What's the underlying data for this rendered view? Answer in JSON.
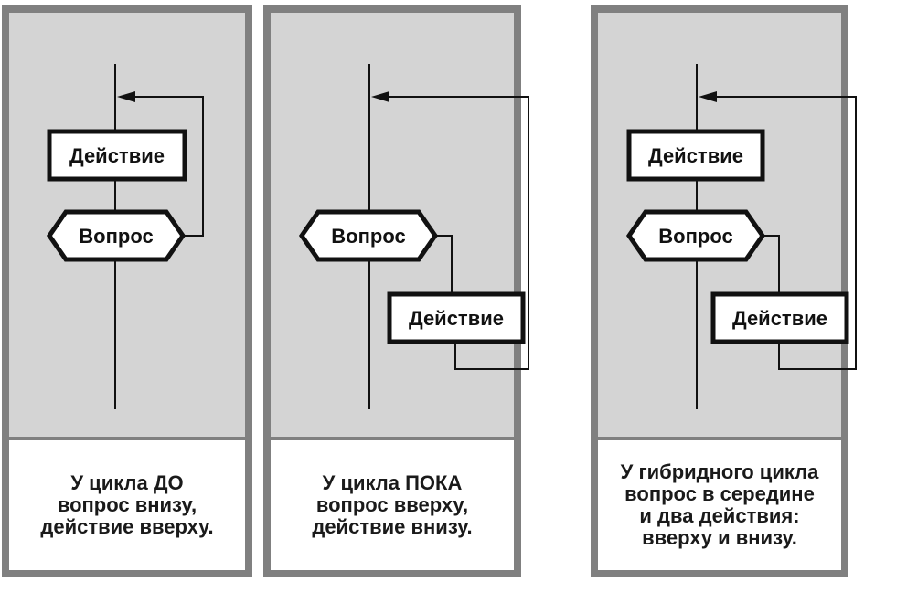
{
  "panels": [
    {
      "boxes": {
        "action": "Действие",
        "question": "Вопрос"
      },
      "caption": [
        "У цикла ДО",
        "вопрос внизу,",
        "действие вверху."
      ]
    },
    {
      "boxes": {
        "question": "Вопрос",
        "action": "Действие"
      },
      "caption": [
        "У цикла ПОКА",
        "вопрос вверху,",
        "действие внизу."
      ]
    },
    {
      "boxes": {
        "action": "Действие",
        "question": "Вопрос",
        "action2": "Действие"
      },
      "caption": [
        "У гибридного цикла",
        "вопрос в середине",
        "и два действия:",
        "вверху и внизу."
      ]
    }
  ],
  "colors": {
    "frame": "#808080",
    "diagram_bg": "#d4d4d4",
    "caption_bg": "#ffffff",
    "line": "#111111"
  }
}
